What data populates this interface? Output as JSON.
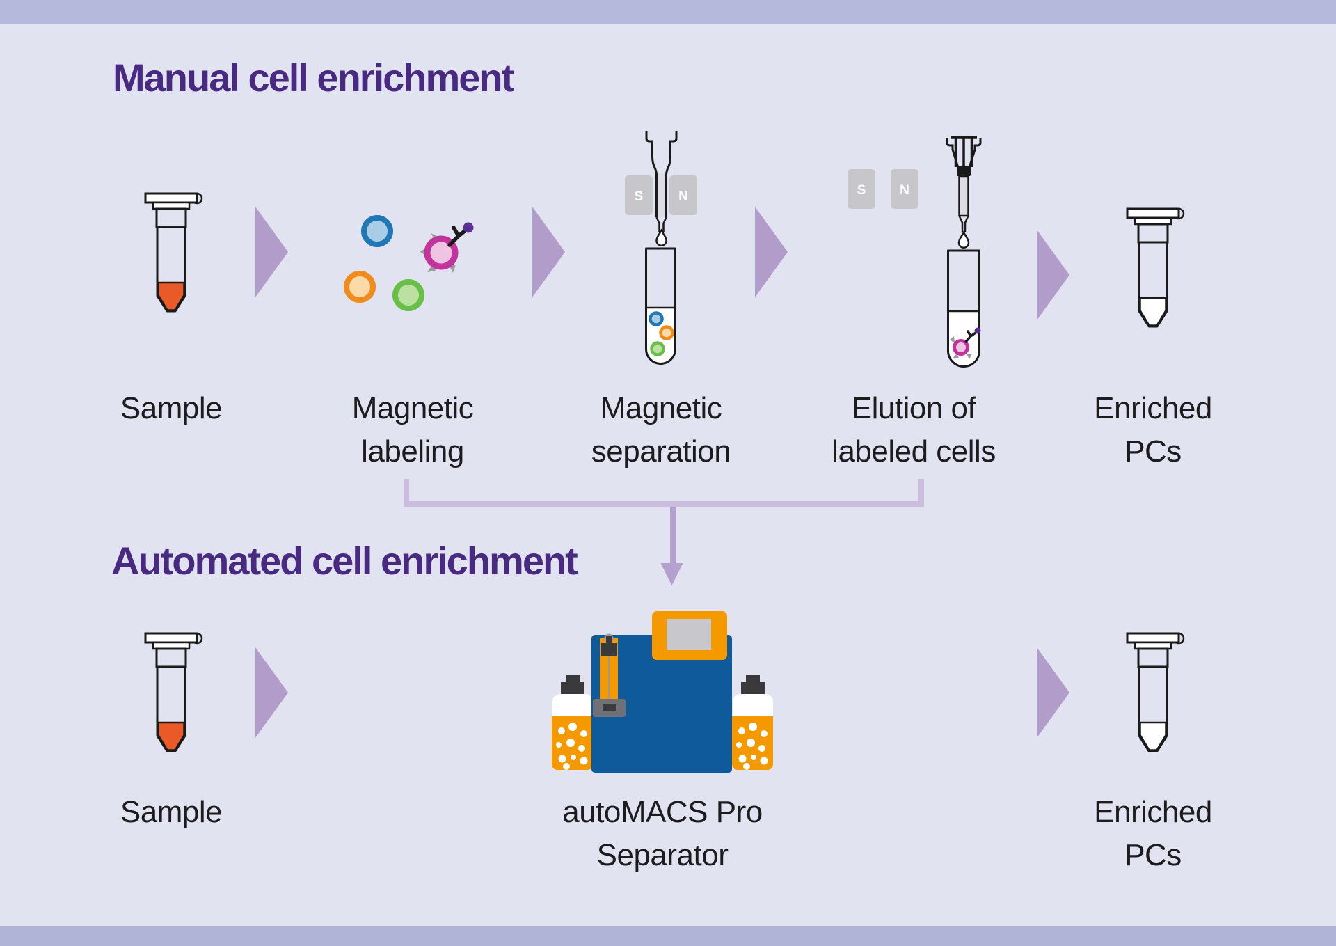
{
  "headings": {
    "manual": "Manual cell enrichment",
    "automated": "Automated cell enrichment"
  },
  "manual_row": {
    "steps": [
      {
        "line1": "Sample",
        "line2": ""
      },
      {
        "line1": "Magnetic",
        "line2": "labeling"
      },
      {
        "line1": "Magnetic",
        "line2": "separation"
      },
      {
        "line1": "Elution of",
        "line2": "labeled cells"
      },
      {
        "line1": "Enriched",
        "line2": "PCs"
      }
    ]
  },
  "automated_row": {
    "steps": [
      {
        "line1": "Sample",
        "line2": ""
      },
      {
        "line1": "autoMACS Pro",
        "line2": "Separator"
      },
      {
        "line1": "Enriched",
        "line2": "PCs"
      }
    ]
  },
  "magnets": {
    "south": "S",
    "north": "N"
  },
  "colors": {
    "bg": "#e2e3f0",
    "band": "#b5b9dc",
    "band_bottom": "#b0b5d8",
    "heading": "#482a80",
    "text": "#1c1c1e",
    "ink": "#1a1a1a",
    "white": "#ffffff",
    "arrow": "#b29dca",
    "bracket": "#cabdde",
    "bracket_arrow": "#b3a0ce",
    "tube_orange": "#e95a28",
    "magnet": "#c7c7cb",
    "column_gray": "#dcdce2",
    "cell_blue_ring": "#2077b4",
    "cell_blue_fill": "#a9cde7",
    "cell_orange_ring": "#f08c1e",
    "cell_orange_fill": "#fbd9a8",
    "cell_green_ring": "#68bf48",
    "cell_green_fill": "#bce0a2",
    "cell_magenta_ring": "#c2339b",
    "cell_magenta_fill": "#efc4e2",
    "antibody_bead": "#5b2f91",
    "spike_gray": "#9a9aa0",
    "machine_blue": "#0f5a9b",
    "machine_orange": "#f49a00",
    "screen_gray": "#c8c8cc",
    "dark_gray": "#3a3a3c",
    "mid_gray": "#707176",
    "pin_gray": "#9b9b9e"
  }
}
